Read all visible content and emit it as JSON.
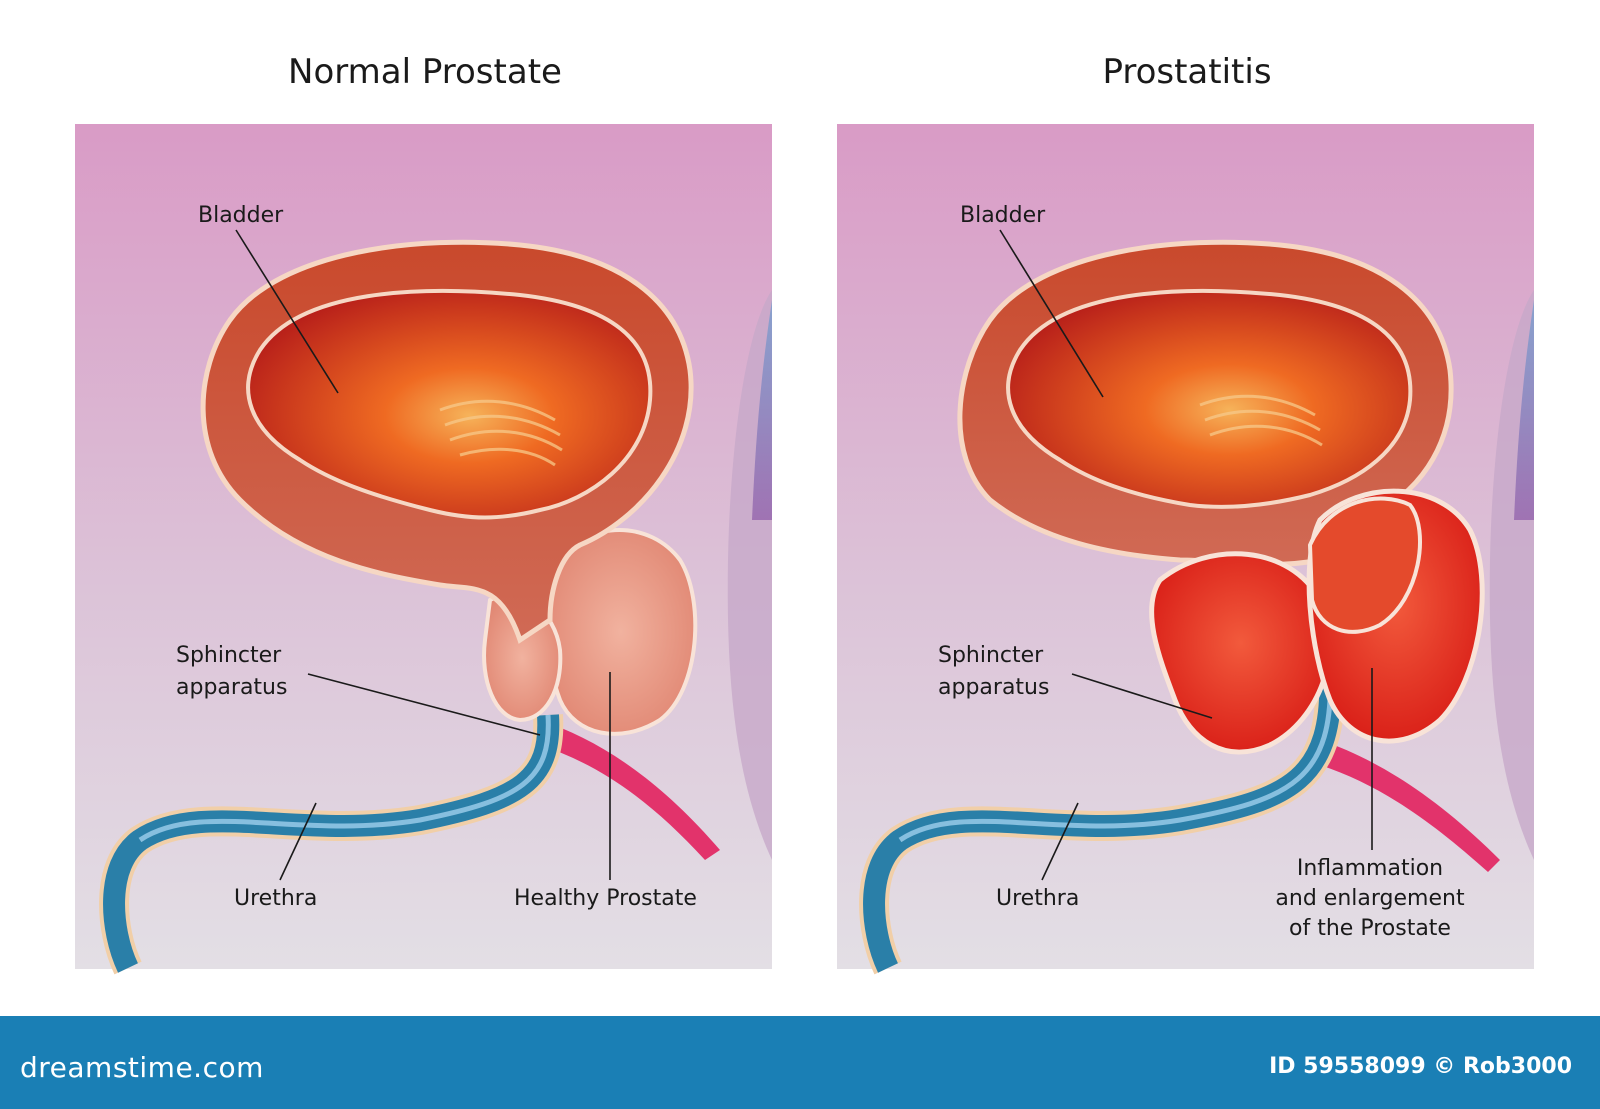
{
  "panels": {
    "left": {
      "title": "Normal Prostate",
      "labels": {
        "bladder": "Bladder",
        "sphincter_line1": "Sphincter",
        "sphincter_line2": "apparatus",
        "urethra": "Urethra",
        "prostate": "Healthy Prostate"
      }
    },
    "right": {
      "title": "Prostatitis",
      "labels": {
        "bladder": "Bladder",
        "sphincter_line1": "Sphincter",
        "sphincter_line2": "apparatus",
        "urethra": "Urethra",
        "prostate_line1": "Inflammation",
        "prostate_line2": "and enlargement",
        "prostate_line3": "of the Prostate"
      }
    }
  },
  "footer": {
    "brand": "dreamstime.com",
    "credit": "ID 59558099 © Rob3000"
  },
  "colors": {
    "panel_top": "#d99bc6",
    "panel_bottom": "#e3dde4",
    "bladder_wall": "#c2492c",
    "bladder_inner": "#e8401a",
    "prostate_normal": "#e8907e",
    "prostate_inflamed": "#e02a1e",
    "urethra": "#2a7fa8",
    "footer": "#1a7fb5"
  }
}
